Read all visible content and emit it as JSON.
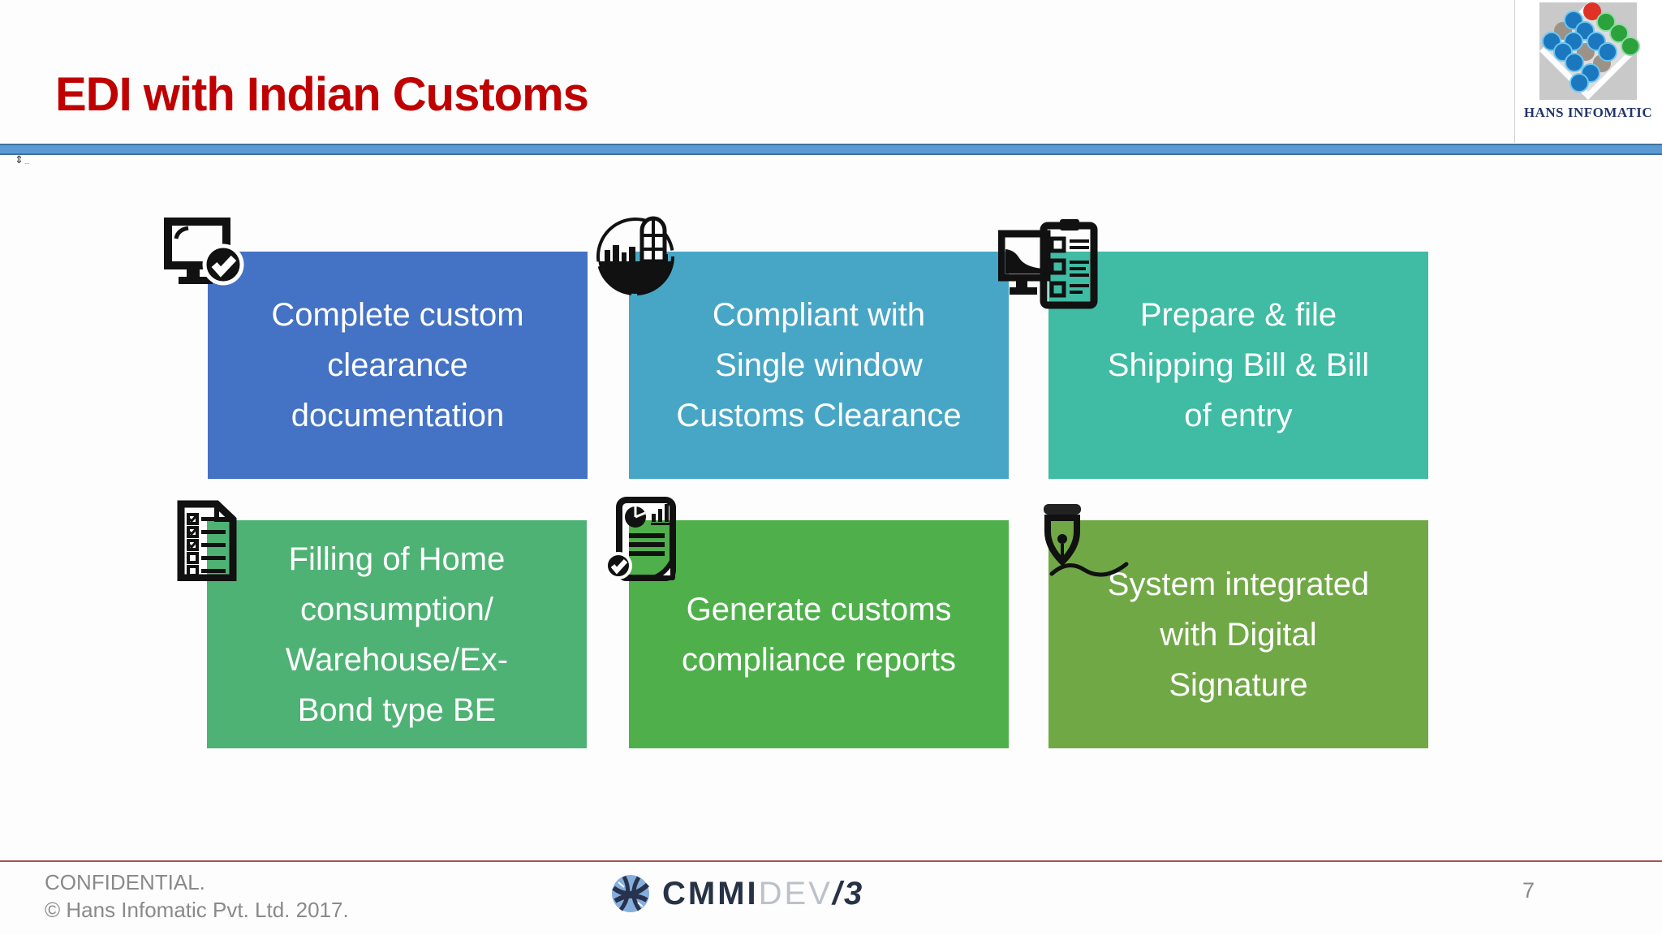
{
  "slide": {
    "title": "EDI with Indian Customs",
    "title_color": "#C00000",
    "accent_bar_color": "#5B9BD5"
  },
  "logo": {
    "label": "HANS INFOMATIC"
  },
  "boxes": [
    {
      "icon": "monitor-check-icon",
      "color": "#4472C4",
      "lines": [
        "Complete custom",
        "clearance",
        "documentation"
      ]
    },
    {
      "icon": "single-window-city-icon",
      "color": "#47A6C6",
      "lines": [
        "Compliant with",
        "Single window",
        "Customs Clearance"
      ]
    },
    {
      "icon": "monitor-clipboard-icon",
      "color": "#3FBCA3",
      "lines": [
        "Prepare & file",
        "Shipping Bill & Bill",
        "of entry"
      ]
    },
    {
      "icon": "checklist-document-icon",
      "color": "#4EB274",
      "lines": [
        "Filling of  Home",
        "consumption/",
        "Warehouse/Ex-",
        "Bond type BE"
      ]
    },
    {
      "icon": "report-document-icon",
      "color": "#4FB04B",
      "lines": [
        "Generate customs",
        "compliance reports"
      ]
    },
    {
      "icon": "pen-signature-icon",
      "color": "#71A846",
      "lines": [
        "System integrated",
        "with Digital",
        "Signature"
      ]
    }
  ],
  "footer": {
    "confidential": "CONFIDENTIAL.",
    "copyright": "© Hans Infomatic Pvt. Ltd. 2017.",
    "cmmi": "CMMI",
    "cmmi_dev": "DEV",
    "cmmi_level": "/3",
    "page_number": "7"
  }
}
